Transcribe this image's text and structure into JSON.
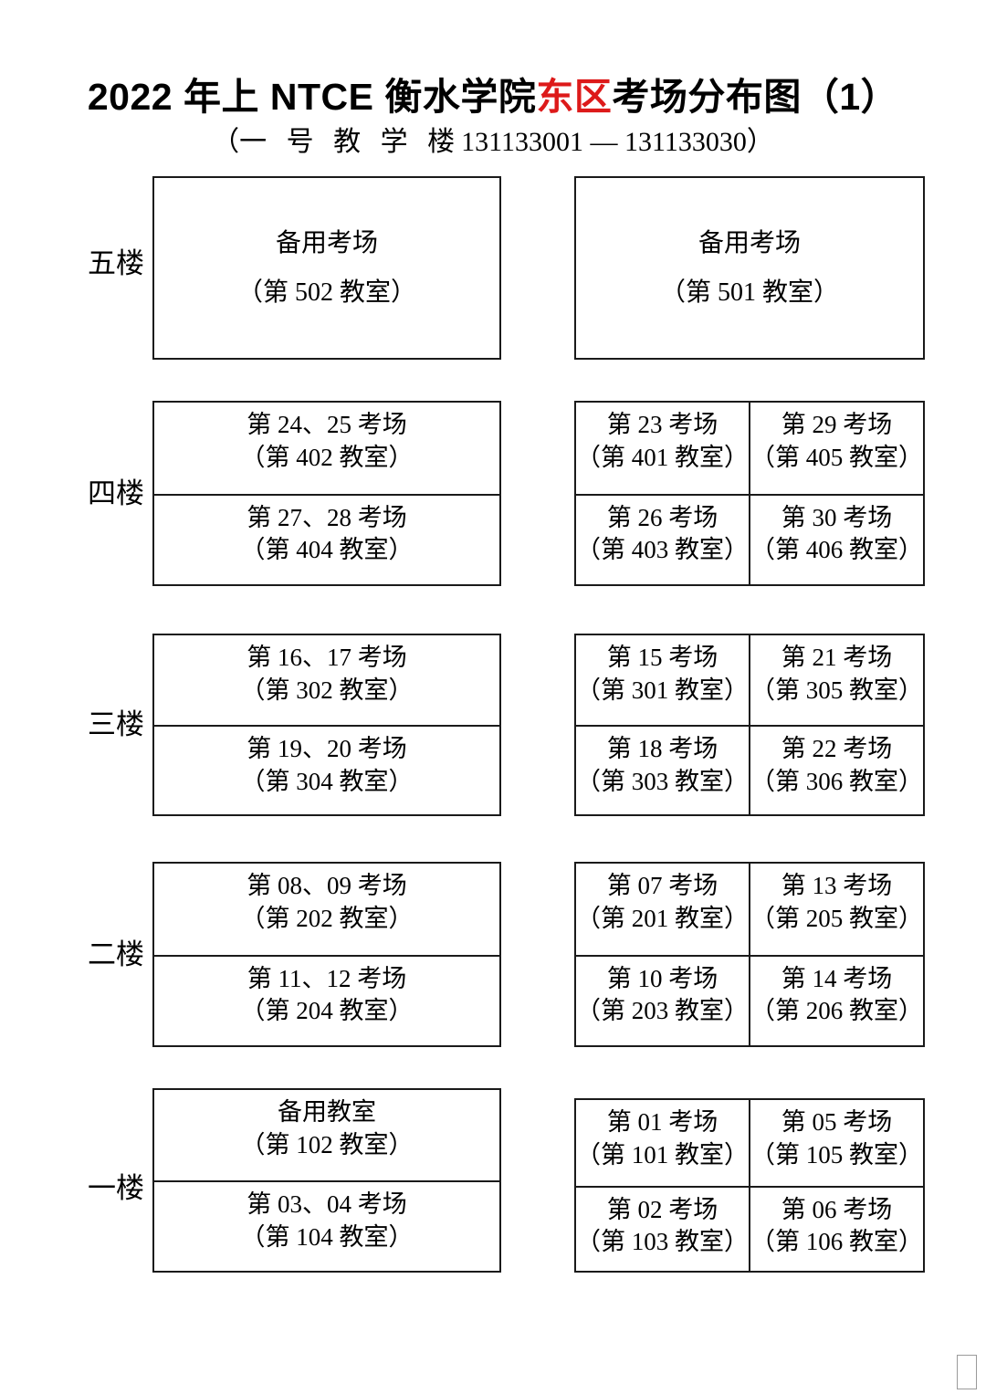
{
  "header": {
    "title_parts": [
      {
        "text": "2022 年上 NTCE 衡水学院",
        "color": "#000000"
      },
      {
        "text": "东区",
        "color": "#DD1A1A"
      },
      {
        "text": "考场分布图（1）",
        "color": "#000000"
      }
    ],
    "title_plain": "2022 年上 NTCE 衡水学院东区考场分布图（1）",
    "title_pre": "2022 年上 NTCE 衡水学院",
    "title_highlight": "东区",
    "title_post": "考场分布图（1）",
    "subtitle_open": "（",
    "subtitle_spaced": "一 号 教 学 楼",
    "subtitle_code": "131133001 — 131133030",
    "subtitle_close": "）",
    "subtitle_plain": "（一 号 教 学 楼131133001 — 131133030）"
  },
  "colors": {
    "accent_red": "#DD1A1A",
    "border": "#1a1a1a",
    "text": "#000000",
    "background": "#ffffff"
  },
  "floors": [
    {
      "id": "floor-5",
      "label": "五楼",
      "label_style": "center",
      "left_group": {
        "layout": "single",
        "cells": [
          {
            "line1": "备用考场",
            "line2": "（第 502 教室）"
          }
        ]
      },
      "right_group": {
        "layout": "single",
        "cells": [
          {
            "line1": "备用考场",
            "line2": "（第 501 教室）"
          }
        ]
      }
    },
    {
      "id": "floor-4",
      "label": "四楼",
      "label_style": "middle",
      "left_group": {
        "layout": "two-rows",
        "cells": [
          {
            "line1": "第 24、25 考场",
            "line2": "（第 402 教室）"
          },
          {
            "line1": "第 27、28 考场",
            "line2": "（第 404 教室）"
          }
        ]
      },
      "right_group": {
        "layout": "quad",
        "cells": [
          {
            "line1": "第 23 考场",
            "line2": "（第 401 教室）"
          },
          {
            "line1": "第 29 考场",
            "line2": "（第 405 教室）"
          },
          {
            "line1": "第 26 考场",
            "line2": "（第 403 教室）"
          },
          {
            "line1": "第 30 考场",
            "line2": "（第 406 教室）"
          }
        ]
      }
    },
    {
      "id": "floor-3",
      "label": "三楼",
      "label_style": "middle",
      "left_group": {
        "layout": "two-rows",
        "cells": [
          {
            "line1": "第 16、17 考场",
            "line2": "（第 302 教室）"
          },
          {
            "line1": "第 19、20 考场",
            "line2": "（第 304 教室）"
          }
        ]
      },
      "right_group": {
        "layout": "quad",
        "cells": [
          {
            "line1": "第 15 考场",
            "line2": "（第 301 教室）"
          },
          {
            "line1": "第 21 考场",
            "line2": "（第 305 教室）"
          },
          {
            "line1": "第 18 考场",
            "line2": "（第 303 教室）"
          },
          {
            "line1": "第 22 考场",
            "line2": "（第 306 教室）"
          }
        ]
      }
    },
    {
      "id": "floor-2",
      "label": "二楼",
      "label_style": "middle",
      "left_group": {
        "layout": "two-rows",
        "cells": [
          {
            "line1": "第 08、09 考场",
            "line2": "（第 202 教室）"
          },
          {
            "line1": "第 11、12 考场",
            "line2": "（第 204 教室）"
          }
        ]
      },
      "right_group": {
        "layout": "quad",
        "cells": [
          {
            "line1": "第 07 考场",
            "line2": "（第 201 教室）"
          },
          {
            "line1": "第 13 考场",
            "line2": "（第 205 教室）"
          },
          {
            "line1": "第 10 考场",
            "line2": "（第 203 教室）"
          },
          {
            "line1": "第 14 考场",
            "line2": "（第 206 教室）"
          }
        ]
      }
    },
    {
      "id": "floor-1",
      "label": "一楼",
      "label_style": "middle",
      "left_group": {
        "layout": "two-rows",
        "cells": [
          {
            "line1": "备用教室",
            "line2": "（第 102 教室）"
          },
          {
            "line1": "第 03、04 考场",
            "line2": "（第 104 教室）"
          }
        ]
      },
      "right_group": {
        "layout": "quad",
        "cells": [
          {
            "line1": "第 01 考场",
            "line2": "（第 101 教室）"
          },
          {
            "line1": "第 05 考场",
            "line2": "（第 105 教室）"
          },
          {
            "line1": "第 02 考场",
            "line2": "（第 103 教室）"
          },
          {
            "line1": "第 06 考场",
            "line2": "（第 106 教室）"
          }
        ]
      }
    }
  ]
}
